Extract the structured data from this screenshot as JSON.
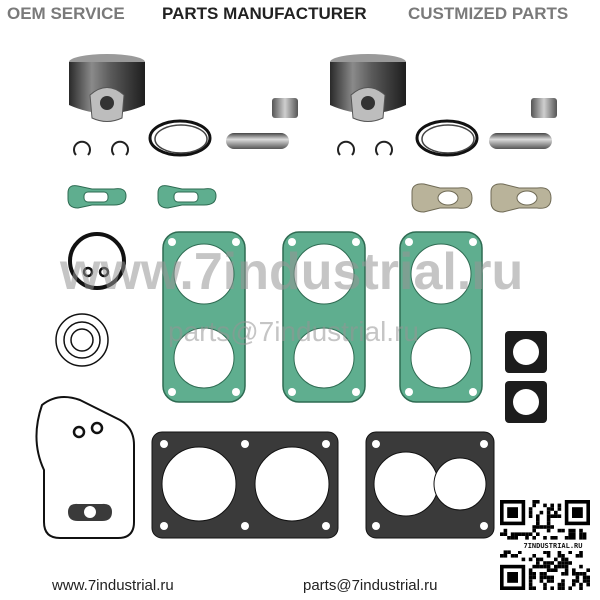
{
  "header": {
    "oem": "OEM SERVICE",
    "parts": "PARTS MANUFACTURER",
    "custom": "CUSTMIZED PARTS"
  },
  "watermark": {
    "site": "www.7industrial.ru",
    "email": "parts@7industrial.ru"
  },
  "footer": {
    "site": "www.7industrial.ru",
    "email": "parts@7industrial.ru"
  },
  "qr": {
    "label": "7INDUSTRIAL.RU"
  },
  "colors": {
    "gasket_green": "#5fae8f",
    "gasket_outline": "#2e6b52",
    "graphite": "#3a3a3a",
    "tan_gasket": "#b9b39a",
    "header_gray": "#7a7a7a"
  }
}
